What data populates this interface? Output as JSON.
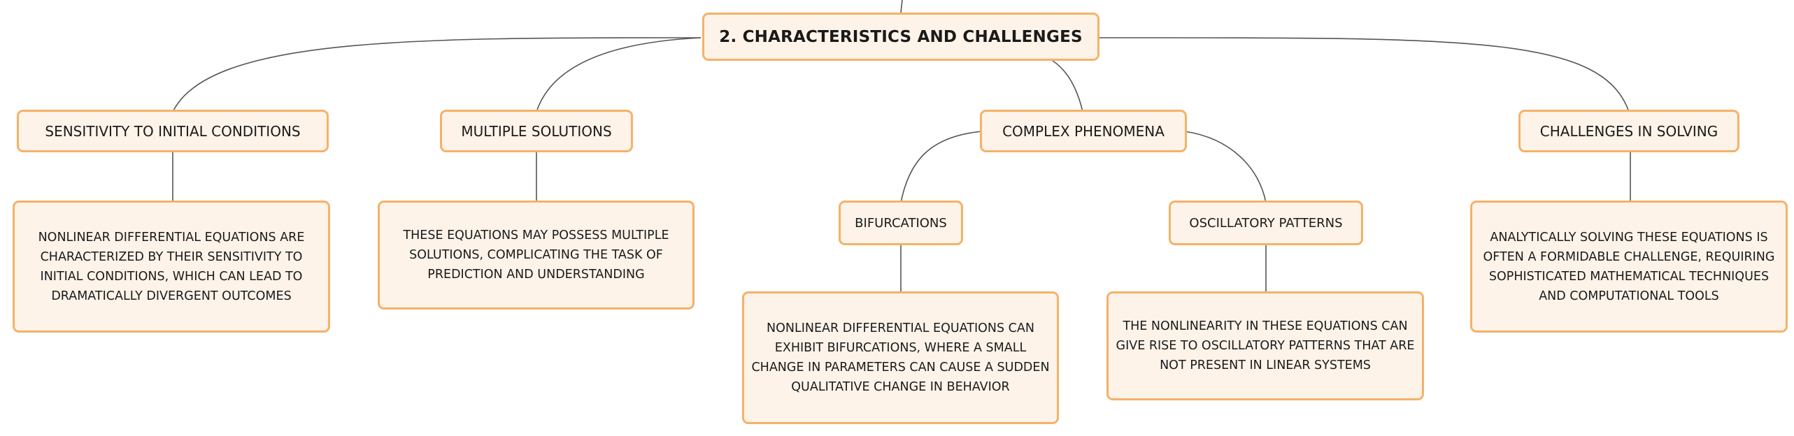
{
  "mindmap": {
    "root": {
      "label": "2. CHARACTERISTICS AND CHALLENGES"
    },
    "topics": [
      {
        "label": "SENSITIVITY TO INITIAL CONDITIONS",
        "detail": "NONLINEAR DIFFERENTIAL EQUATIONS ARE CHARACTERIZED BY THEIR SENSITIVITY TO INITIAL CONDITIONS, WHICH CAN LEAD TO DRAMATICALLY DIVERGENT OUTCOMES"
      },
      {
        "label": "MULTIPLE SOLUTIONS",
        "detail": "THESE EQUATIONS MAY POSSESS MULTIPLE SOLUTIONS, COMPLICATING THE TASK OF PREDICTION AND UNDERSTANDING"
      },
      {
        "label": "COMPLEX PHENOMENA",
        "children": [
          {
            "label": "BIFURCATIONS",
            "detail": "NONLINEAR DIFFERENTIAL EQUATIONS CAN EXHIBIT BIFURCATIONS, WHERE A SMALL CHANGE IN PARAMETERS CAN CAUSE A SUDDEN QUALITATIVE CHANGE IN BEHAVIOR"
          },
          {
            "label": "OSCILLATORY PATTERNS",
            "detail": "THE NONLINEARITY IN THESE EQUATIONS CAN GIVE RISE TO OSCILLATORY PATTERNS THAT ARE NOT PRESENT IN LINEAR SYSTEMS"
          }
        ]
      },
      {
        "label": "CHALLENGES IN SOLVING",
        "detail": "ANALYTICALLY SOLVING THESE EQUATIONS IS OFTEN A FORMIDABLE CHALLENGE, REQUIRING SOPHISTICATED MATHEMATICAL TECHNIQUES AND COMPUTATIONAL TOOLS"
      }
    ]
  },
  "colors": {
    "node_fill": "#fdf3e9",
    "node_border": "#f4b268",
    "connector": "#555555"
  }
}
